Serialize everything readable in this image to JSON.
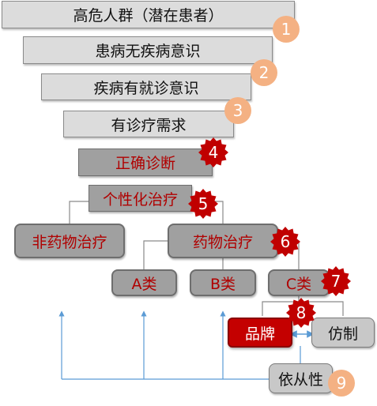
{
  "steps": {
    "high_risk": "高危人群（潜在患者）",
    "no_awareness": "患病无疾病意识",
    "awareness": "疾病有就诊意识",
    "demand": "有诊疗需求",
    "diagnosis": "正确诊断",
    "personalized": "个性化治疗",
    "non_drug": "非药物治疗",
    "drug": "药物治疗",
    "class_a": "A类",
    "class_b": "B类",
    "class_c": "C类",
    "brand": "品牌",
    "generic": "仿制",
    "compliance": "依从性"
  },
  "badges": [
    "1",
    "2",
    "3",
    "4",
    "5",
    "6",
    "7",
    "8",
    "9"
  ],
  "colors": {
    "gray_box": "#dcdcdc",
    "dark_box": "#a0a0a0",
    "red_text": "#b00000",
    "brand_red": "#c40000",
    "badge_orange": "#f4b183",
    "badge_red": "#c00000",
    "arrow_blue": "#5b9bd5"
  },
  "icons": {
    "orange_badges": "circle",
    "red_badges": "starburst-seal",
    "connector": "double-arrow"
  }
}
